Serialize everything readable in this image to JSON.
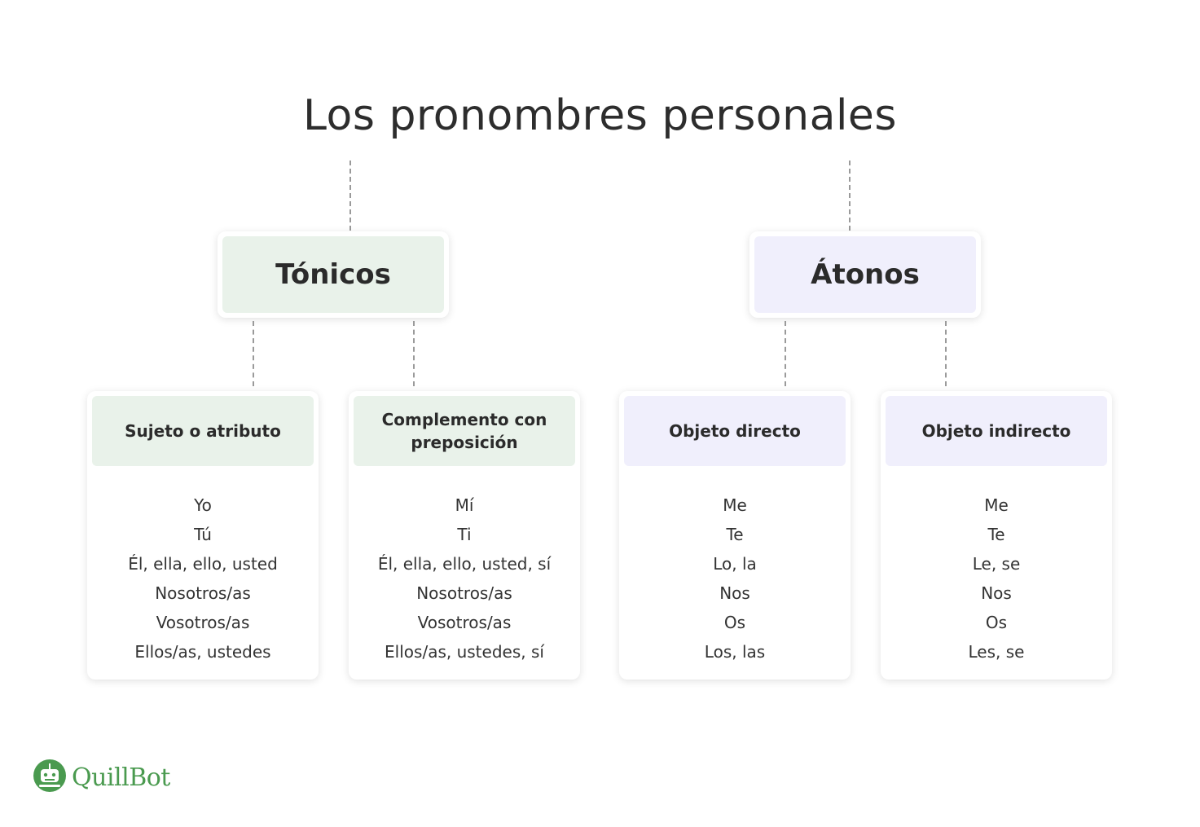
{
  "title": "Los pronombres personales",
  "categories": [
    {
      "label": "Tónicos",
      "columns": [
        {
          "header": "Sujeto o atributo",
          "items": [
            "Yo",
            "Tú",
            "Él, ella, ello, usted",
            "Nosotros/as",
            "Vosotros/as",
            "Ellos/as, ustedes"
          ]
        },
        {
          "header": "Complemento con preposición",
          "items": [
            "Mí",
            "Ti",
            "Él, ella, ello, usted, sí",
            "Nosotros/as",
            "Vosotros/as",
            "Ellos/as, ustedes, sí"
          ]
        }
      ]
    },
    {
      "label": "Átonos",
      "columns": [
        {
          "header": "Objeto directo",
          "items": [
            "Me",
            "Te",
            "Lo, la",
            "Nos",
            "Os",
            "Los, las"
          ]
        },
        {
          "header": "Objeto indirecto",
          "items": [
            "Me",
            "Te",
            "Le, se",
            "Nos",
            "Os",
            "Les, se"
          ]
        }
      ]
    }
  ],
  "logo": {
    "text": "QuillBot",
    "icon": "quillbot-robot-icon"
  },
  "colors": {
    "tonicos_bg": "#e9f2ea",
    "atonos_bg": "#f0effc",
    "logo_green": "#4a9a4f",
    "connector": "#9a9a9a"
  }
}
